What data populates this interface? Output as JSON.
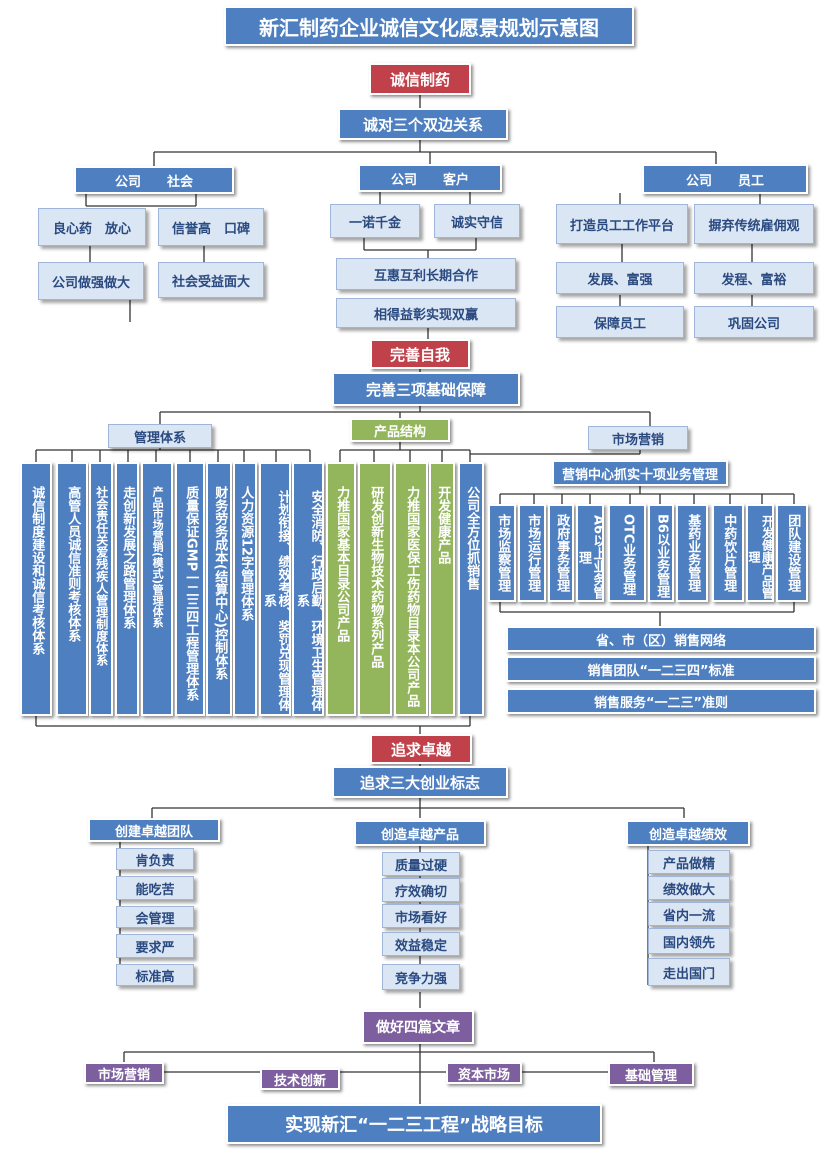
{
  "title": "新汇制药企业诚信文化愿景规划示意图",
  "colors": {
    "blue": "#4e7fc0",
    "light": "#dbe6f4",
    "red": "#c0414a",
    "green": "#93b55c",
    "purple": "#7d5fa0"
  },
  "section1": {
    "core": "诚信制药",
    "relation": "诚对三个双边关系",
    "society": {
      "header": "公司　　社会",
      "items": [
        "良心药　放心",
        "信誉高　口碑",
        "公司做强做大",
        "社会受益面大"
      ]
    },
    "customer": {
      "header": "公司　　客户",
      "items": [
        "一诺千金",
        "诚实守信",
        "互惠互利长期合作",
        "相得益彰实现双赢"
      ]
    },
    "employee": {
      "header": "公司　　员工",
      "items": [
        "打造员工工作平台",
        "摒弃传统雇佣观",
        "发展、富强",
        "发程、富裕",
        "保障员工",
        "巩固公司"
      ]
    }
  },
  "section2": {
    "core": "完善自我",
    "basis": "完善三项基础保障",
    "management": {
      "header": "管理体系",
      "items": [
        "诚信制度建设和诚信考核体系",
        "高管人员诚信准则考核体系",
        "社会责任关爱残疾人管理制度体系",
        "走创新发展之路管理体系",
        "产品市场营销(模式)管理体系",
        "质量保证GMP一二三四工程管理体系",
        "财务劳务成本(结算中心)控制体系",
        "人力资源12字管理体系",
        "计划衔接、绩效考核、奖罚兑现管理体系",
        "安全消防、行政后勤、环境卫生管理体系"
      ]
    },
    "product": {
      "header": "产品结构",
      "items": [
        "力推国家基本目录公司产品",
        "研发创新生物技术药物系列产品",
        "力推国家医保工伤药物目录本公司产品",
        "开发健康产品"
      ]
    },
    "market": {
      "header": "市场营销",
      "all_sales": "公司全方位抓销售",
      "ten_header": "营销中心抓实十项业务管理",
      "ten": [
        "市场监察管理",
        "市场运行管理",
        "政府事务管理",
        "A6以上业务管理",
        "OTC业务管理",
        "B6以业务管理",
        "基药业务管理",
        "中药饮片管理",
        "开发健康产品管理",
        "团队建设管理"
      ],
      "rows": [
        "省、市（区）销售网络",
        "销售团队“一二三四”标准",
        "销售服务“一二三”准则"
      ]
    }
  },
  "section3": {
    "core": "追求卓越",
    "marks": "追求三大创业标志",
    "team": {
      "header": "创建卓越团队",
      "items": [
        "肯负责",
        "能吃苦",
        "会管理",
        "要求严",
        "标准高"
      ]
    },
    "product": {
      "header": "创造卓越产品",
      "items": [
        "质量过硬",
        "疗效确切",
        "市场看好",
        "效益稳定",
        "竞争力强"
      ]
    },
    "performance": {
      "header": "创造卓越绩效",
      "items": [
        "产品做精",
        "绩效做大",
        "省内一流",
        "国内领先",
        "走出国门"
      ]
    }
  },
  "section4": {
    "core": "做好四篇文章",
    "items": [
      "市场营销",
      "技术创新",
      "资本市场",
      "基础管理"
    ],
    "goal": "实现新汇“一二三工程”战略目标"
  }
}
